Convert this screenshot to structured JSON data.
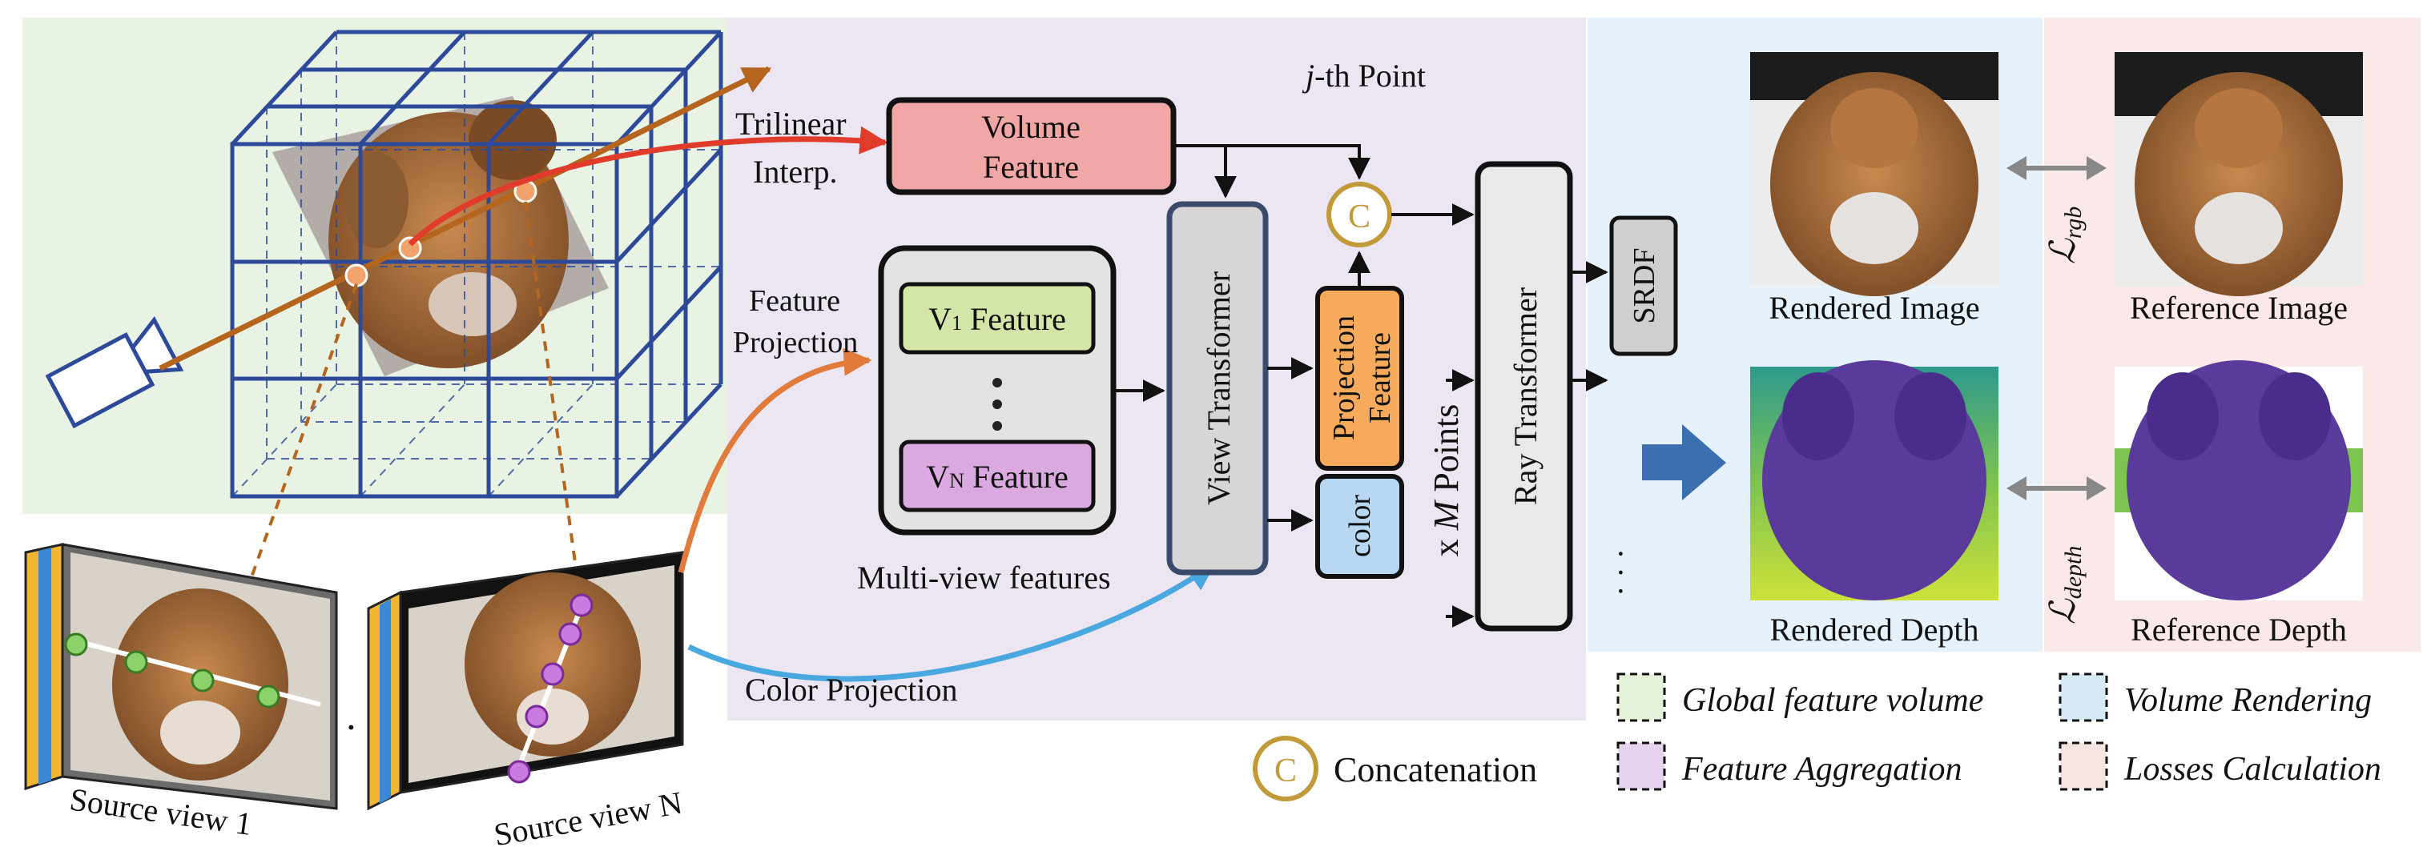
{
  "labels": {
    "trilinear_line1": "Trilinear",
    "trilinear_line2": "Interp.",
    "feature_proj_line1": "Feature",
    "feature_proj_line2": "Projection",
    "color_projection": "Color Projection",
    "jth_point_j": "j",
    "jth_point_rest": "-th Point",
    "volume_feature_line1": "Volume",
    "volume_feature_line2": "Feature",
    "v1_prefix": "V",
    "v1_sub": "1",
    "v1_suffix": " Feature",
    "vn_prefix": "V",
    "vn_sub": "N",
    "vn_suffix": " Feature",
    "multiview_features": "Multi-view features",
    "view_transformer": "View Transformer",
    "projection_feature_line1": "Projection",
    "projection_feature_line2": "Feature",
    "color": "color",
    "concat_symbol": "C",
    "x_m_points_x": "x ",
    "x_m_points_m": "M",
    "x_m_points_rest": " Points",
    "ray_transformer": "Ray Transformer",
    "srdf": "SRDF",
    "rendered_image": "Rendered Image",
    "reference_image": "Reference Image",
    "rendered_depth": "Rendered Depth",
    "reference_depth": "Reference Depth",
    "loss_rgb_main": "ℒ",
    "loss_rgb_sub": "rgb",
    "loss_depth_main": "ℒ",
    "loss_depth_sub": "depth",
    "source_view_1": "Source view 1",
    "source_view_n": "Source view N",
    "concatenation": "Concatenation"
  },
  "legend": [
    {
      "label": "Global feature volume",
      "color": "#e3f2d9"
    },
    {
      "label": "Feature Aggregation",
      "color": "#e7d3ef"
    },
    {
      "label": "Volume Rendering",
      "color": "#d6e9f5"
    },
    {
      "label": "Losses Calculation",
      "color": "#f6e4e2"
    }
  ],
  "colors": {
    "global_bg": "#e9f3e4",
    "aggregation_bg": "#ece6f2",
    "rendering_bg": "#e6f2fb",
    "losses_bg": "#fbe8e8",
    "volume_feature": "#f2a7a7",
    "v_feature": "#d4e6a7",
    "vn_feature": "#d9a9e0",
    "projection_feature": "#f5ab5b",
    "color_box": "#b7d7f2",
    "transformer": "#d6d6d6",
    "grid": "#2d4a9a",
    "concat": "#c19a3a",
    "arrow_blue": "#3b6fb0"
  }
}
